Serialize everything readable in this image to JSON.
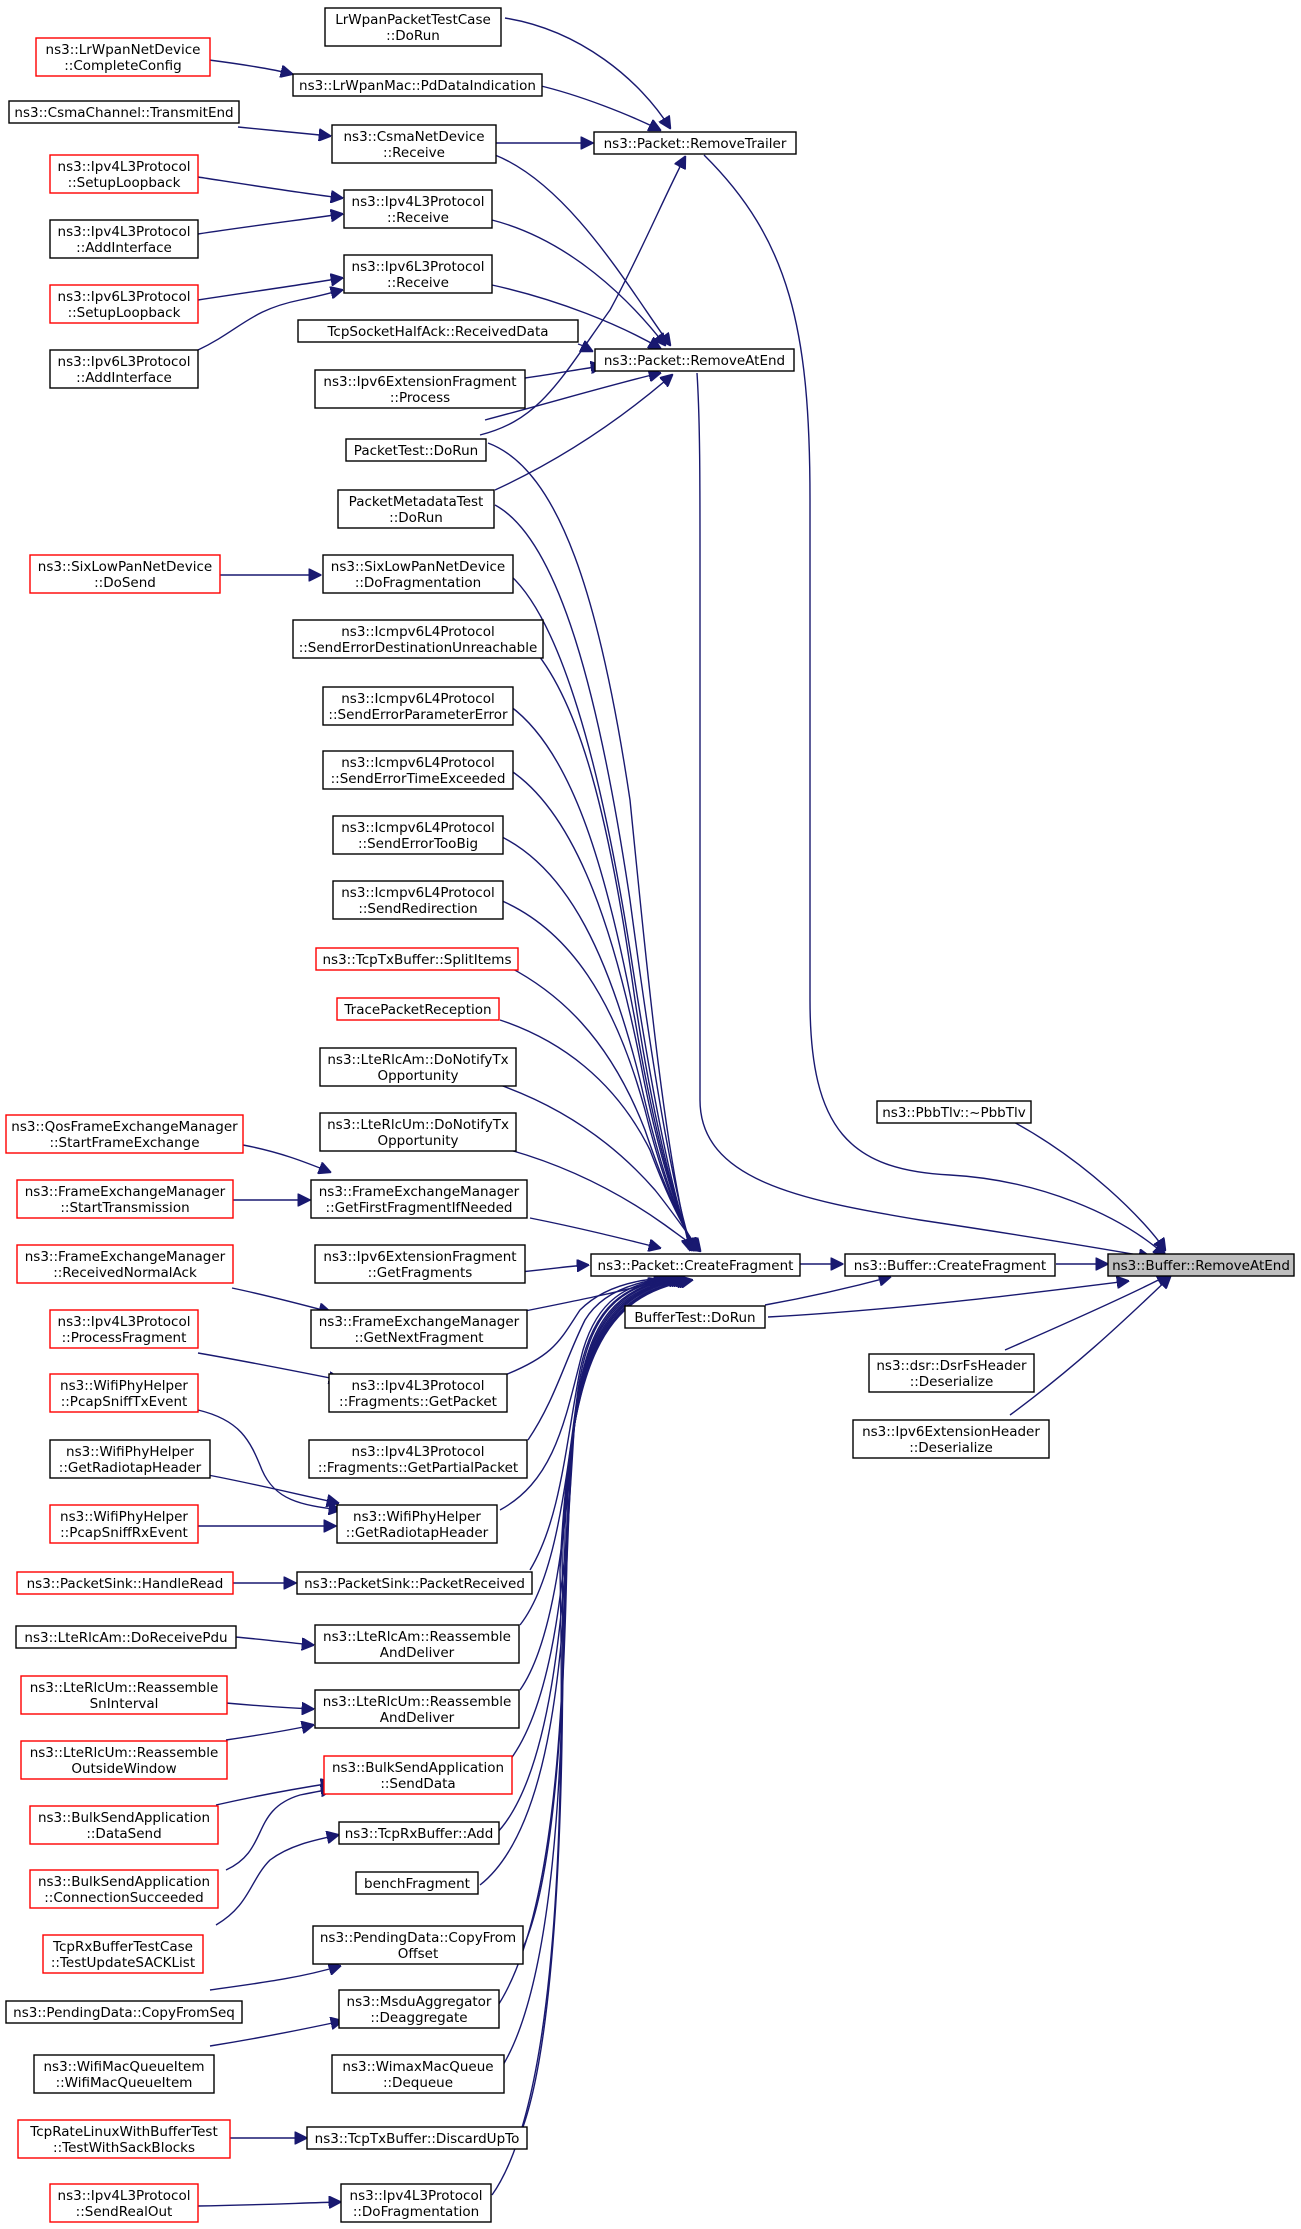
{
  "nodes": [
    {
      "id": "remove_at_end_buf",
      "lines": [
        "ns3::Buffer::RemoveAtEnd"
      ],
      "red": false,
      "focus": true
    },
    {
      "id": "pbbtlv",
      "lines": [
        "ns3::PbbTlv::~PbbTlv"
      ],
      "red": false
    },
    {
      "id": "buffer_createfragment",
      "lines": [
        "ns3::Buffer::CreateFragment"
      ],
      "red": false
    },
    {
      "id": "dsrfs_deserialize",
      "lines": [
        "ns3::dsr::DsrFsHeader",
        "::Deserialize"
      ],
      "red": false
    },
    {
      "id": "ipv6ext_deserialize",
      "lines": [
        "ns3::Ipv6ExtensionHeader",
        "::Deserialize"
      ],
      "red": false
    },
    {
      "id": "packet_createfragment",
      "lines": [
        "ns3::Packet::CreateFragment"
      ],
      "red": false
    },
    {
      "id": "buffertest_dorun",
      "lines": [
        "BufferTest::DoRun"
      ],
      "red": false
    },
    {
      "id": "packet_removetrailer",
      "lines": [
        "ns3::Packet::RemoveTrailer"
      ],
      "red": false
    },
    {
      "id": "packet_removeatend",
      "lines": [
        "ns3::Packet::RemoveAtEnd"
      ],
      "red": false
    },
    {
      "id": "lrwpantest_dorun",
      "lines": [
        "LrWpanPacketTestCase",
        "::DoRun"
      ],
      "red": false
    },
    {
      "id": "lrwpanmac_pddata",
      "lines": [
        "ns3::LrWpanMac::PdDataIndication"
      ],
      "red": false
    },
    {
      "id": "lrwpan_completeconfig",
      "lines": [
        "ns3::LrWpanNetDevice",
        "::CompleteConfig"
      ],
      "red": true
    },
    {
      "id": "csmanet_receive",
      "lines": [
        "ns3::CsmaNetDevice",
        "::Receive"
      ],
      "red": false
    },
    {
      "id": "csmachannel_tx",
      "lines": [
        "ns3::CsmaChannel::TransmitEnd"
      ],
      "red": false
    },
    {
      "id": "ipv4l3_receive",
      "lines": [
        "ns3::Ipv4L3Protocol",
        "::Receive"
      ],
      "red": false
    },
    {
      "id": "ipv4l3_setuploop",
      "lines": [
        "ns3::Ipv4L3Protocol",
        "::SetupLoopback"
      ],
      "red": true
    },
    {
      "id": "ipv4l3_addif",
      "lines": [
        "ns3::Ipv4L3Protocol",
        "::AddInterface"
      ],
      "red": false
    },
    {
      "id": "ipv6l3_receive",
      "lines": [
        "ns3::Ipv6L3Protocol",
        "::Receive"
      ],
      "red": false
    },
    {
      "id": "ipv6l3_setuploop",
      "lines": [
        "ns3::Ipv6L3Protocol",
        "::SetupLoopback"
      ],
      "red": true
    },
    {
      "id": "ipv6l3_addif",
      "lines": [
        "ns3::Ipv6L3Protocol",
        "::AddInterface"
      ],
      "red": false
    },
    {
      "id": "tcphalfack",
      "lines": [
        "TcpSocketHalfAck::ReceivedData"
      ],
      "red": false
    },
    {
      "id": "ipv6fragment_process",
      "lines": [
        "ns3::Ipv6ExtensionFragment",
        "::Process"
      ],
      "red": false
    },
    {
      "id": "packettest_dorun",
      "lines": [
        "PacketTest::DoRun"
      ],
      "red": false
    },
    {
      "id": "packetmeta_dorun",
      "lines": [
        "PacketMetadataTest",
        "::DoRun"
      ],
      "red": false
    },
    {
      "id": "sixlowpan_dofrag",
      "lines": [
        "ns3::SixLowPanNetDevice",
        "::DoFragmentation"
      ],
      "red": false
    },
    {
      "id": "sixlowpan_dosend",
      "lines": [
        "ns3::SixLowPanNetDevice",
        "::DoSend"
      ],
      "red": true
    },
    {
      "id": "icmpv6_dest",
      "lines": [
        "ns3::Icmpv6L4Protocol",
        "::SendErrorDestinationUnreachable"
      ],
      "red": false
    },
    {
      "id": "icmpv6_param",
      "lines": [
        "ns3::Icmpv6L4Protocol",
        "::SendErrorParameterError"
      ],
      "red": false
    },
    {
      "id": "icmpv6_time",
      "lines": [
        "ns3::Icmpv6L4Protocol",
        "::SendErrorTimeExceeded"
      ],
      "red": false
    },
    {
      "id": "icmpv6_toobig",
      "lines": [
        "ns3::Icmpv6L4Protocol",
        "::SendErrorTooBig"
      ],
      "red": false
    },
    {
      "id": "icmpv6_redirect",
      "lines": [
        "ns3::Icmpv6L4Protocol",
        "::SendRedirection"
      ],
      "red": false
    },
    {
      "id": "tcptx_split",
      "lines": [
        "ns3::TcpTxBuffer::SplitItems"
      ],
      "red": true
    },
    {
      "id": "tracepacket",
      "lines": [
        "TracePacketReception"
      ],
      "red": true
    },
    {
      "id": "lterlcam_notify",
      "lines": [
        "ns3::LteRlcAm::DoNotifyTx",
        "Opportunity"
      ],
      "red": false
    },
    {
      "id": "lterlcum_notify",
      "lines": [
        "ns3::LteRlcUm::DoNotifyTx",
        "Opportunity"
      ],
      "red": false
    },
    {
      "id": "fem_firstfrag",
      "lines": [
        "ns3::FrameExchangeManager",
        "::GetFirstFragmentIfNeeded"
      ],
      "red": false
    },
    {
      "id": "qosfem_start",
      "lines": [
        "ns3::QosFrameExchangeManager",
        "::StartFrameExchange"
      ],
      "red": true
    },
    {
      "id": "fem_starttx",
      "lines": [
        "ns3::FrameExchangeManager",
        "::StartTransmission"
      ],
      "red": true
    },
    {
      "id": "ipv6fragment_getfrag",
      "lines": [
        "ns3::Ipv6ExtensionFragment",
        "::GetFragments"
      ],
      "red": false
    },
    {
      "id": "fem_nextfrag",
      "lines": [
        "ns3::FrameExchangeManager",
        "::GetNextFragment"
      ],
      "red": false
    },
    {
      "id": "fem_normalack",
      "lines": [
        "ns3::FrameExchangeManager",
        "::ReceivedNormalAck"
      ],
      "red": true
    },
    {
      "id": "ipv4frag_getpacket",
      "lines": [
        "ns3::Ipv4L3Protocol",
        "::Fragments::GetPacket"
      ],
      "red": false
    },
    {
      "id": "ipv4l3_processfrag",
      "lines": [
        "ns3::Ipv4L3Protocol",
        "::ProcessFragment"
      ],
      "red": true
    },
    {
      "id": "ipv4frag_partial",
      "lines": [
        "ns3::Ipv4L3Protocol",
        "::Fragments::GetPartialPacket"
      ],
      "red": false
    },
    {
      "id": "wifiphy_getradiotap",
      "lines": [
        "ns3::WifiPhyHelper",
        "::GetRadiotapHeader"
      ],
      "red": false
    },
    {
      "id": "wifiphy_pcaptx",
      "lines": [
        "ns3::WifiPhyHelper",
        "::PcapSniffTxEvent"
      ],
      "red": true
    },
    {
      "id": "wifiphy_getradiotap2",
      "lines": [
        "ns3::WifiPhyHelper",
        "::GetRadiotapHeader"
      ],
      "red": false
    },
    {
      "id": "wifiphy_pcaprx",
      "lines": [
        "ns3::WifiPhyHelper",
        "::PcapSniffRxEvent"
      ],
      "red": true
    },
    {
      "id": "packetsink_received",
      "lines": [
        "ns3::PacketSink::PacketReceived"
      ],
      "red": false
    },
    {
      "id": "packetsink_handleread",
      "lines": [
        "ns3::PacketSink::HandleRead"
      ],
      "red": true
    },
    {
      "id": "lterlcam_reassemble",
      "lines": [
        "ns3::LteRlcAm::Reassemble",
        "AndDeliver"
      ],
      "red": false
    },
    {
      "id": "lterlcam_doreceive",
      "lines": [
        "ns3::LteRlcAm::DoReceivePdu"
      ],
      "red": false
    },
    {
      "id": "lterlcum_reassemble",
      "lines": [
        "ns3::LteRlcUm::Reassemble",
        "AndDeliver"
      ],
      "red": false
    },
    {
      "id": "lterlcum_sninterval",
      "lines": [
        "ns3::LteRlcUm::Reassemble",
        "SnInterval"
      ],
      "red": true
    },
    {
      "id": "lterlcum_outside",
      "lines": [
        "ns3::LteRlcUm::Reassemble",
        "OutsideWindow"
      ],
      "red": true
    },
    {
      "id": "bulksend_senddata",
      "lines": [
        "ns3::BulkSendApplication",
        "::SendData"
      ],
      "red": true
    },
    {
      "id": "bulksend_datasend",
      "lines": [
        "ns3::BulkSendApplication",
        "::DataSend"
      ],
      "red": true
    },
    {
      "id": "bulksend_connsucc",
      "lines": [
        "ns3::BulkSendApplication",
        "::ConnectionSucceeded"
      ],
      "red": true
    },
    {
      "id": "tcprx_add",
      "lines": [
        "ns3::TcpRxBuffer::Add"
      ],
      "red": false
    },
    {
      "id": "benchfragment",
      "lines": [
        "benchFragment"
      ],
      "red": false
    },
    {
      "id": "tcprxtest_sack",
      "lines": [
        "TcpRxBufferTestCase",
        "::TestUpdateSACKList"
      ],
      "red": true
    },
    {
      "id": "pending_copyoffset",
      "lines": [
        "ns3::PendingData::CopyFrom",
        "Offset"
      ],
      "red": false
    },
    {
      "id": "pending_copyseq",
      "lines": [
        "ns3::PendingData::CopyFromSeq"
      ],
      "red": false
    },
    {
      "id": "msdu_deagg",
      "lines": [
        "ns3::MsduAggregator",
        "::Deaggregate"
      ],
      "red": false
    },
    {
      "id": "wifimacq_item",
      "lines": [
        "ns3::WifiMacQueueItem",
        "::WifiMacQueueItem"
      ],
      "red": false
    },
    {
      "id": "wimax_dequeue",
      "lines": [
        "ns3::WimaxMacQueue",
        "::Dequeue"
      ],
      "red": false
    },
    {
      "id": "tcptx_discard",
      "lines": [
        "ns3::TcpTxBuffer::DiscardUpTo"
      ],
      "red": false
    },
    {
      "id": "tcprate_sack",
      "lines": [
        "TcpRateLinuxWithBufferTest",
        "::TestWithSackBlocks"
      ],
      "red": true
    },
    {
      "id": "ipv4l3_dofrag",
      "lines": [
        "ns3::Ipv4L3Protocol",
        "::DoFragmentation"
      ],
      "red": false
    },
    {
      "id": "ipv4l3_sendrealout",
      "lines": [
        "ns3::Ipv4L3Protocol",
        "::SendRealOut"
      ],
      "red": true
    }
  ]
}
